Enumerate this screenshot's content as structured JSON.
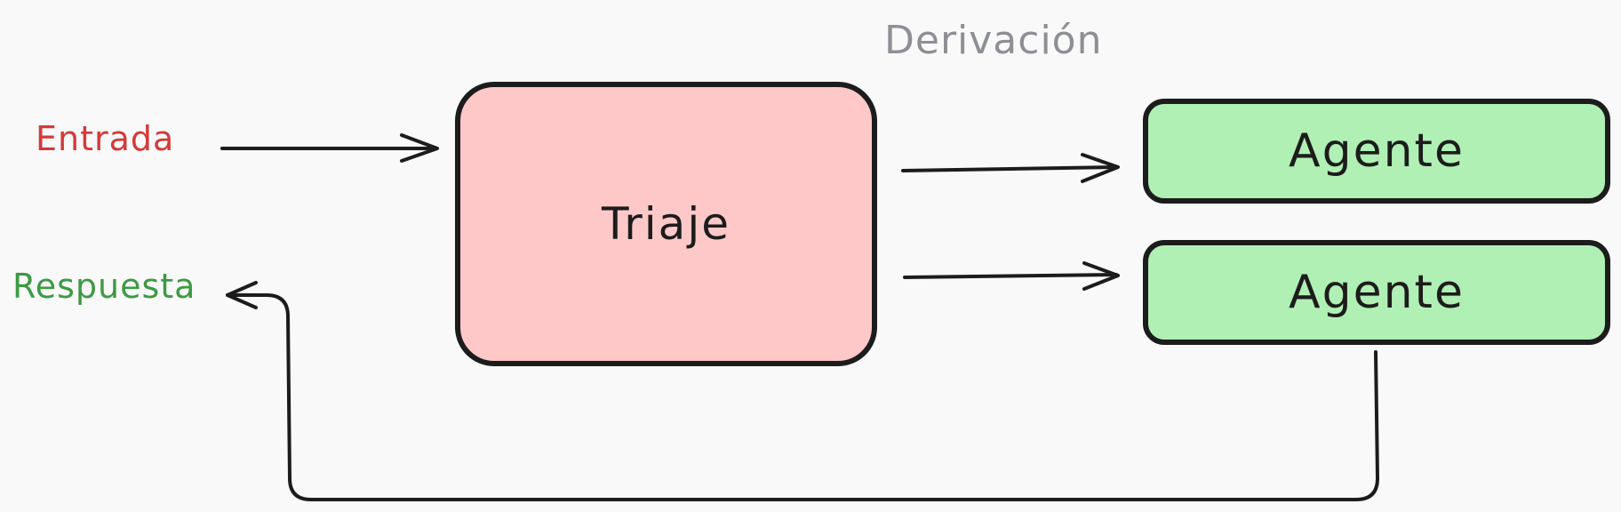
{
  "diagram": {
    "title": "Derivación",
    "input_label": "Entrada",
    "output_label": "Respuesta",
    "nodes": {
      "triage": "Triaje",
      "agents": [
        "Agente",
        "Agente"
      ]
    }
  },
  "colors": {
    "background": "#f9f9f9",
    "triage_fill": "#ffc8c8",
    "agent_fill": "#b0f0b4",
    "input_text": "#d33a3a",
    "output_text": "#3c9a43",
    "title_text": "#8d8f95",
    "stroke": "#1c1c1c"
  }
}
